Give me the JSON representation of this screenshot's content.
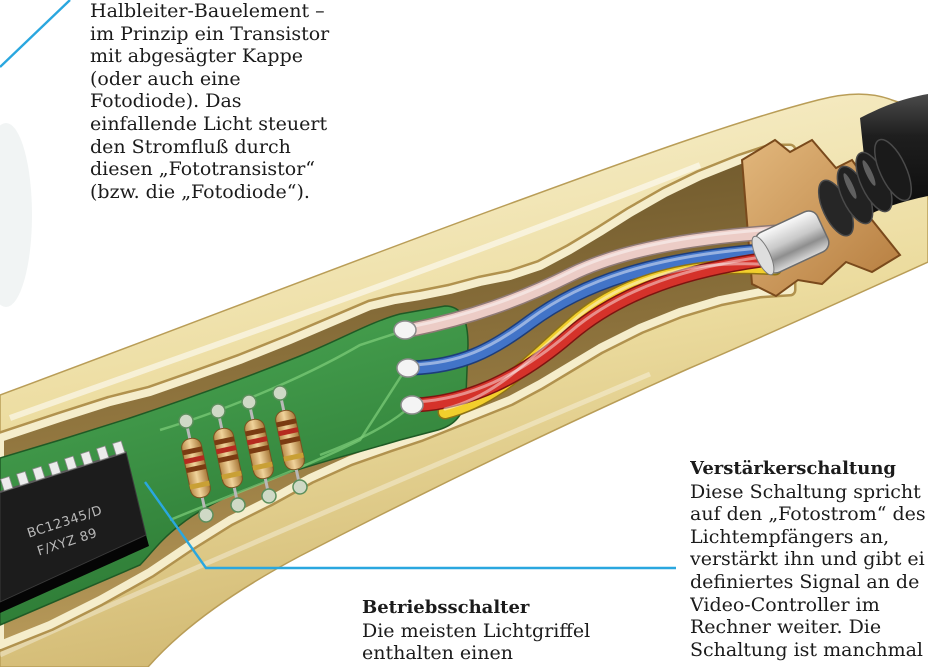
{
  "annotations": {
    "semiconductor": {
      "lines": [
        "Halbleiter-Bauelement –",
        "im Prinzip ein Transistor",
        "mit abgesägter Kappe",
        "(oder auch eine",
        "Fotodiode). Das",
        "einfallende Licht steuert",
        "den Stromfluß durch",
        "diesen „Fototransistor“",
        "(bzw. die „Fotodiode“)."
      ]
    },
    "amplifier": {
      "heading": "Verstärkerschaltung",
      "lines": [
        "Diese Schaltung spricht",
        "auf den „Fotostrom“ des",
        "Lichtempfängers an,",
        "verstärkt ihn und gibt ei",
        "definiertes Signal an de",
        "Video-Controller im",
        "Rechner weiter. Die",
        "Schaltung ist manchmal"
      ]
    },
    "switch": {
      "heading": "Betriebsschalter",
      "lines": [
        "Die meisten Lichtgriffel",
        "enthalten einen"
      ]
    }
  },
  "chip_markings": [
    "BC12345/D",
    "F/XYZ 89"
  ],
  "colors": {
    "leader_line": "#2aa7df",
    "text": "#1b1b1b"
  }
}
